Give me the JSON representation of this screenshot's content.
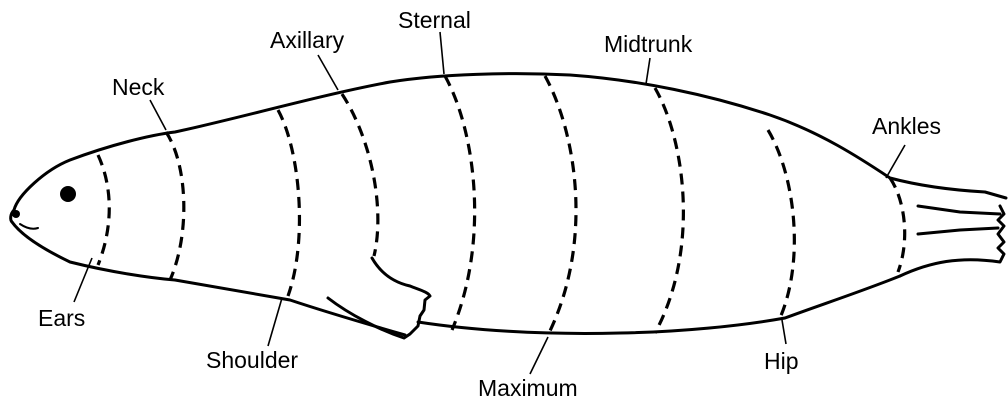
{
  "labels": {
    "neck": "Neck",
    "axillary": "Axillary",
    "sternal": "Sternal",
    "midtrunk": "Midtrunk",
    "ankles": "Ankles",
    "ears": "Ears",
    "shoulder": "Shoulder",
    "maximum": "Maximum",
    "hip": "Hip"
  }
}
